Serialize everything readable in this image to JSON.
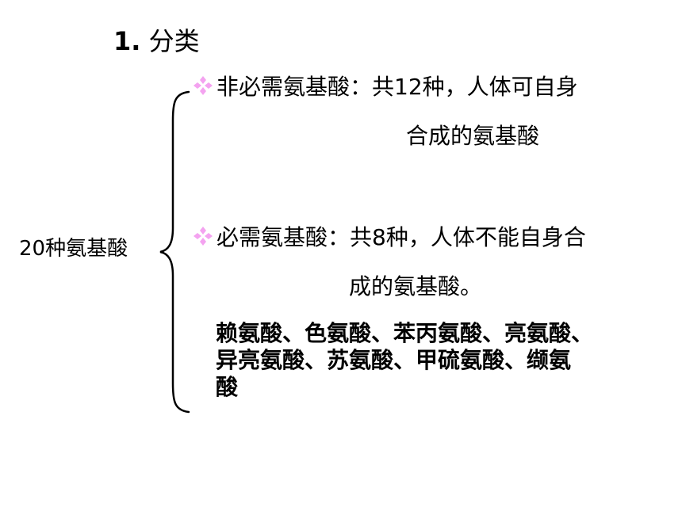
{
  "title": {
    "number": "1.",
    "text": "分类"
  },
  "root_label": "20种氨基酸",
  "bullet_color": "#f4a3f0",
  "items": [
    {
      "line1": "非必需氨基酸：共12种，人体可自身",
      "line2": "合成的氨基酸"
    },
    {
      "line1": "必需氨基酸：共8种，人体不能自身合",
      "line2": "成的氨基酸。"
    }
  ],
  "examples": [
    "赖氨酸、色氨酸、苯丙氨酸、亮氨酸、",
    "异亮氨酸、苏氨酸、甲硫氨酸、缬氨",
    "酸"
  ]
}
